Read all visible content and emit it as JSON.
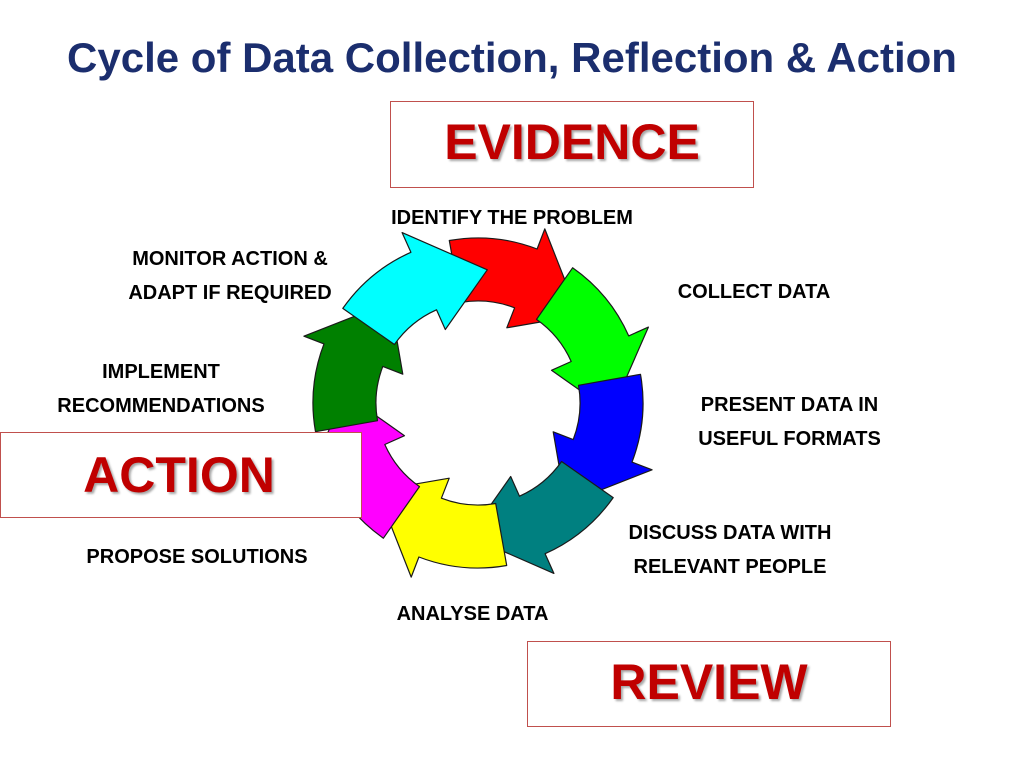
{
  "title": "Cycle of Data Collection, Reflection & Action",
  "phases": {
    "evidence": "EVIDENCE",
    "action": "ACTION",
    "review": "REVIEW"
  },
  "steps": [
    {
      "lines": [
        "IDENTIFY THE PROBLEM"
      ],
      "color": "#ff0000"
    },
    {
      "lines": [
        "COLLECT DATA"
      ],
      "color": "#00ff00"
    },
    {
      "lines": [
        "PRESENT DATA IN",
        "USEFUL FORMATS"
      ],
      "color": "#0000ff"
    },
    {
      "lines": [
        "DISCUSS DATA WITH",
        "RELEVANT PEOPLE"
      ],
      "color": "#008080"
    },
    {
      "lines": [
        "ANALYSE DATA"
      ],
      "color": "#ffff00"
    },
    {
      "lines": [
        "PROPOSE SOLUTIONS"
      ],
      "color": "#ff00ff"
    },
    {
      "lines": [
        "IMPLEMENT",
        "RECOMMENDATIONS"
      ],
      "color": "#008000"
    },
    {
      "lines": [
        "MONITOR ACTION &",
        "ADAPT IF REQUIRED"
      ],
      "color": "#00ffff"
    }
  ],
  "colors": {
    "title": "#1b2e6e",
    "phase_text": "#c00000",
    "phase_border": "#c0504d"
  }
}
